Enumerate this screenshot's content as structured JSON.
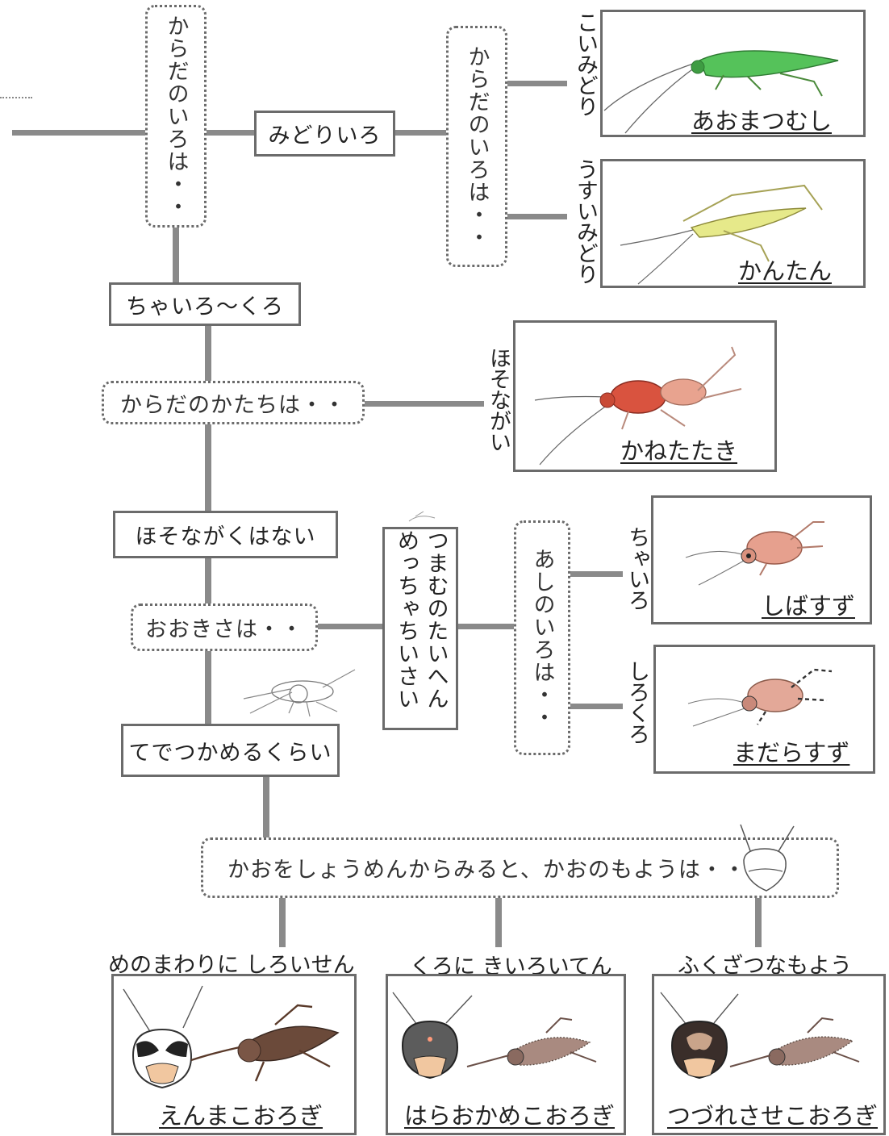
{
  "nodes": {
    "q_color1": "からだのいろは・・",
    "green": "みどりいろ",
    "q_color2": "からだのいろは・・",
    "brown_black": "ちゃいろ〜くろ",
    "q_shape": "からだのかたちは・・",
    "not_slender": "ほそながくはない",
    "q_size": "おおきさは・・",
    "very_small": "つまむのたいへん めっちゃちいさい",
    "q_legcolor": "あしのいろは・・",
    "hand_size": "てでつかめるくらい",
    "q_face": "かおをしょうめんからみると、かおのもようは・・"
  },
  "branch_labels": {
    "light_green": "こいみどり",
    "pale_green": "うすいみどり",
    "slender": "ほそながい",
    "brown": "ちゃいろ",
    "black_white": "しろくろ",
    "white_line": "めのまわりに しろいせん",
    "yellow_dots": "くろに きいろいてん",
    "complex": "ふくざつなもよう"
  },
  "insects": {
    "aomatsumushi": "あおまつむし",
    "kantan": "かんたん",
    "kanetataki": "かねたたき",
    "shibasuzu": "しばすず",
    "madarasuzu": "まだらすず",
    "enmakoorogi": "えんまこおろぎ",
    "haraokamekoorogi": "はらおかめこおろぎ",
    "tsuzuresasekoorogi": "つづれさせこおろぎ"
  },
  "colors": {
    "line": "#8a8a8a",
    "border": "#6b6b6b",
    "green_insect": "#55c25a",
    "pale_insect": "#e6e98a",
    "red_insect": "#d9533f",
    "pink_insect": "#e6a08e",
    "brown_insect": "#6b4a3a"
  }
}
